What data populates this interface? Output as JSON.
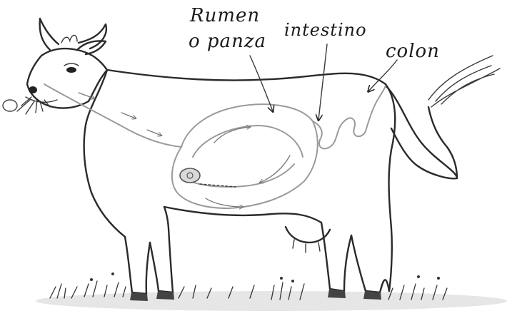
{
  "labels": {
    "rumen": "Rumen",
    "panza": "o panza",
    "intestine": "intestino",
    "colon": "colon"
  }
}
